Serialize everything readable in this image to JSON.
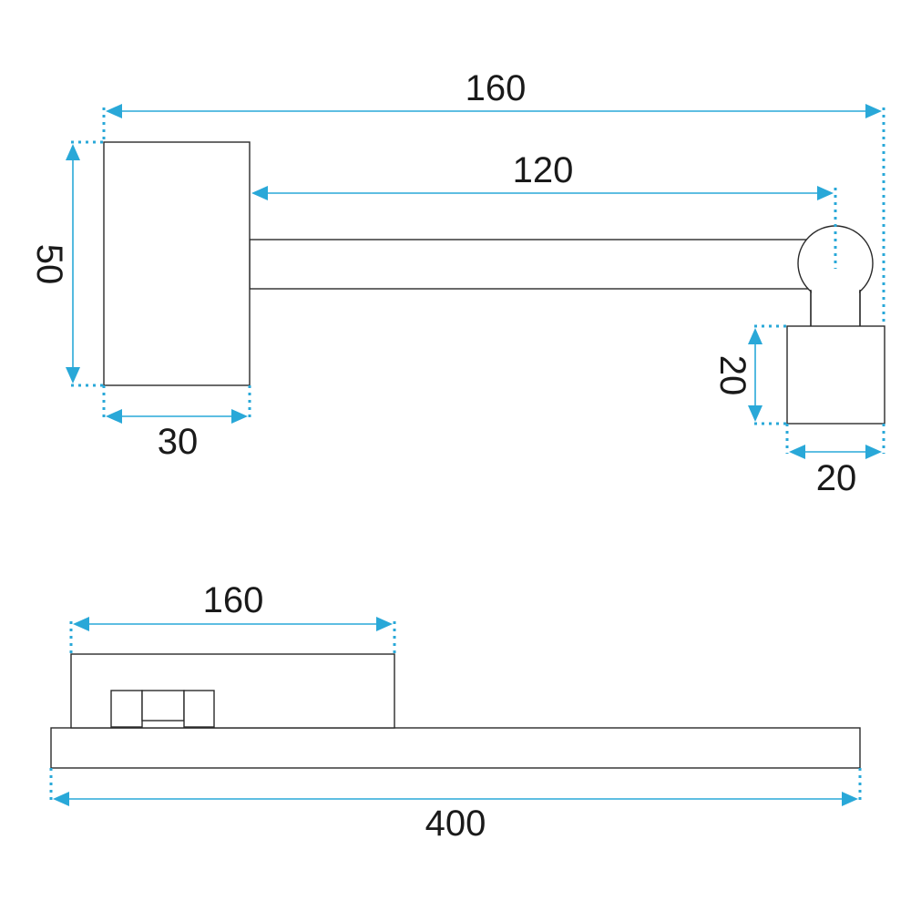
{
  "colors": {
    "dimension": "#29a8d8",
    "outline": "#2a2a2a",
    "background": "#ffffff"
  },
  "top_view": {
    "overall_width": "160",
    "arm_length": "120",
    "base_height": "50",
    "base_width": "30",
    "head_height": "20",
    "head_width": "20"
  },
  "front_view": {
    "base_length": "160",
    "overall_length": "400"
  }
}
